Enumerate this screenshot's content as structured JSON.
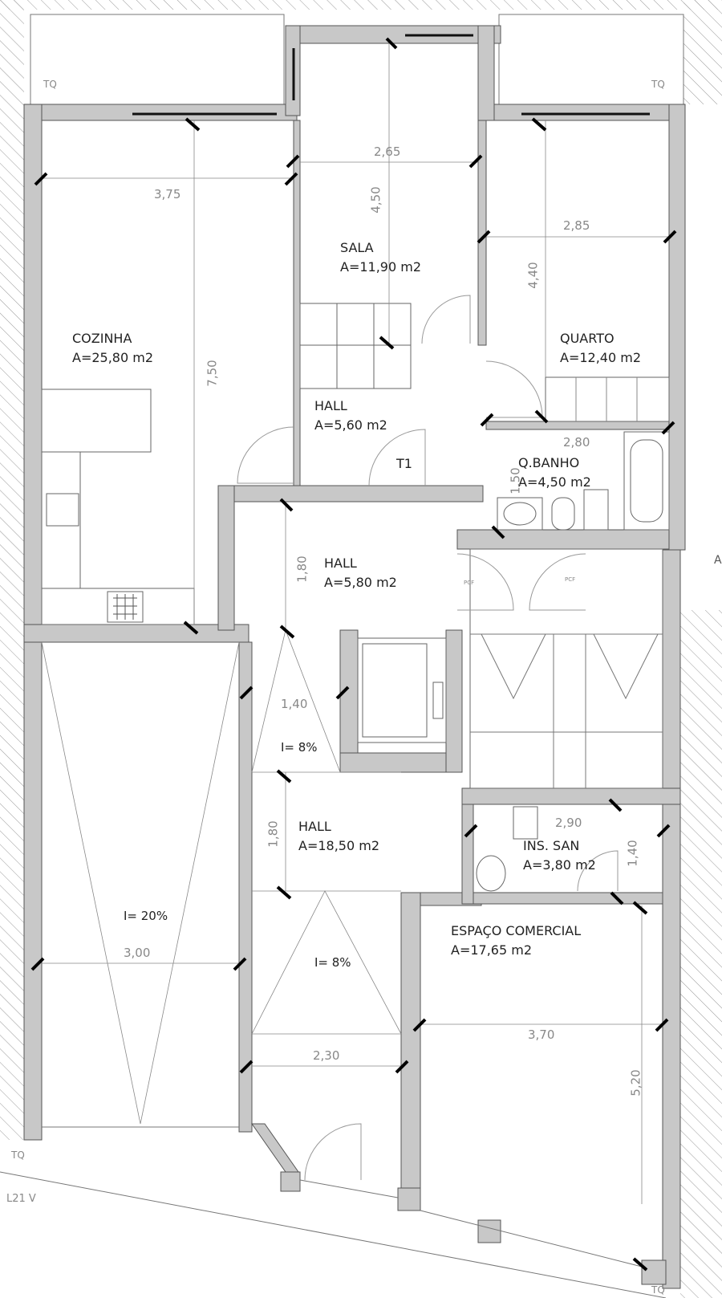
{
  "rooms": {
    "cozinha": {
      "name": "COZINHA",
      "area": "A=25,80 m2"
    },
    "sala": {
      "name": "SALA",
      "area": "A=11,90 m2"
    },
    "quarto": {
      "name": "QUARTO",
      "area": "A=12,40 m2"
    },
    "hall_1": {
      "name": "HALL",
      "area": "A=5,60 m2"
    },
    "qbanho": {
      "name": "Q.BANHO",
      "area": "A=4,50 m2"
    },
    "hall_2": {
      "name": "HALL",
      "area": "A=5,80 m2"
    },
    "hall_3": {
      "name": "HALL",
      "area": "A=18,50 m2"
    },
    "inssan": {
      "name": "INS. SAN",
      "area": "A=3,80 m2"
    },
    "comercial": {
      "name": "ESPAÇO COMERCIAL",
      "area": "A=17,65 m2"
    }
  },
  "dimensions": {
    "d_265": "2,65",
    "d_450": "4,50",
    "d_375": "3,75",
    "d_750": "7,50",
    "d_285": "2,85",
    "d_440": "4,40",
    "d_280": "2,80",
    "d_150": "1,50",
    "d_180": "1,80",
    "d_140": "1,40",
    "d_180b": "1,80",
    "d_290": "2,90",
    "d_140b": "1,40",
    "d_300": "3,00",
    "d_230": "2,30",
    "d_370": "3,70",
    "d_520": "5,20"
  },
  "slopes": {
    "s1": "I= 8%",
    "s2": "I= 8%",
    "s3": "I= 20%"
  },
  "marks": {
    "t1": "T1",
    "tq1": "TQ",
    "tq2": "TQ",
    "tq3": "TQ",
    "tq4": "TQ",
    "l21": "L21 V",
    "a_edge": "A",
    "pcf1": "PCF",
    "pcf2": "PCF"
  }
}
